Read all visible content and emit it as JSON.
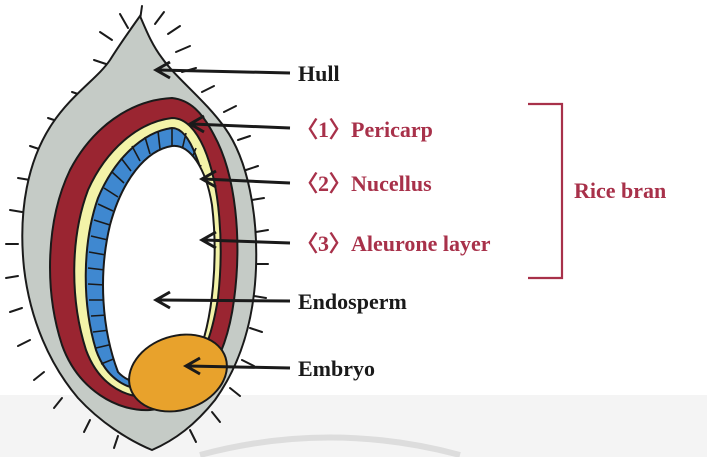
{
  "labels": {
    "hull": "Hull",
    "pericarp": "〈1〉Pericarp",
    "nucellus": "〈2〉Nucellus",
    "aleurone": "〈3〉Aleurone layer",
    "endosperm": "Endosperm",
    "embryo": "Embryo",
    "rice_bran": "Rice bran"
  },
  "colors": {
    "hull_fill": "#c5cbc6",
    "pericarp": "#9a2531",
    "nucellus": "#f3f3a8",
    "aleurone": "#3f88d0",
    "endosperm": "#ffffff",
    "embryo": "#e8a22c",
    "outline": "#1a1a1a",
    "highlight_text": "#a8314a",
    "normal_text": "#1a1a1a"
  }
}
